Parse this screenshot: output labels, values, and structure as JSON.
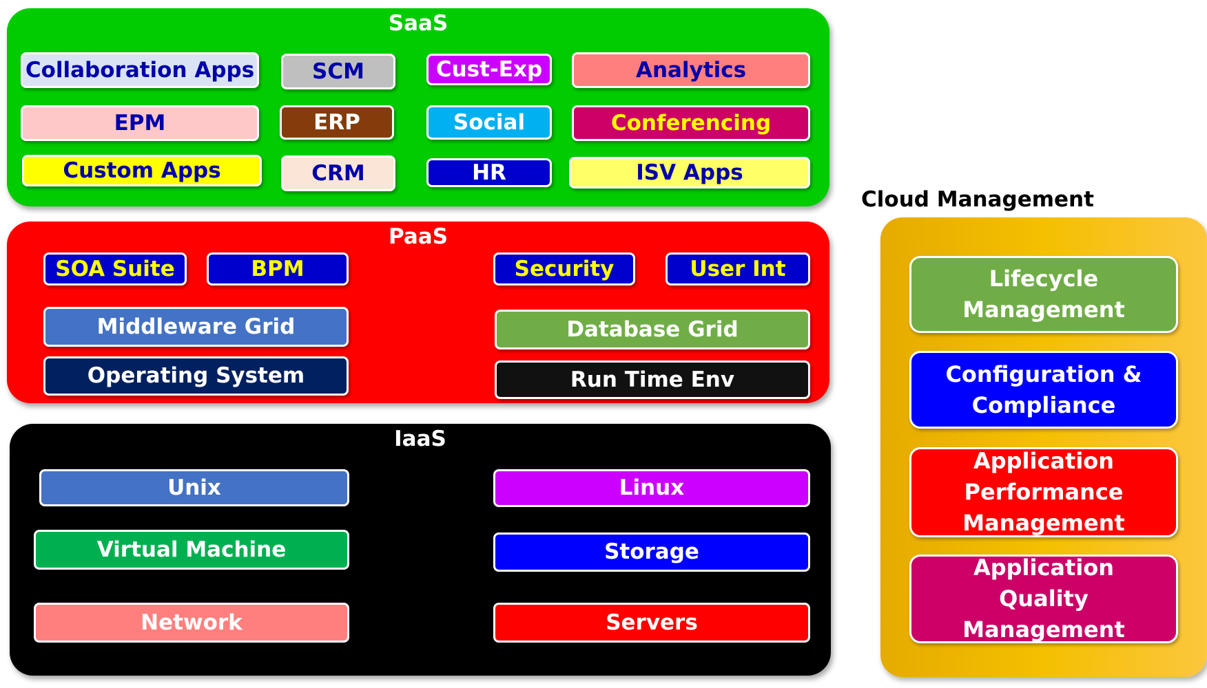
{
  "saas": {
    "title": "SaaS",
    "items": {
      "collab": "Collaboration Apps",
      "scm": "SCM",
      "custexp": "Cust-Exp",
      "analytics": "Analytics",
      "epm": "EPM",
      "erp": "ERP",
      "social": "Social",
      "conferencing": "Conferencing",
      "customapps": "Custom Apps",
      "crm": "CRM",
      "hr": "HR",
      "isvapps": "ISV Apps"
    }
  },
  "paas": {
    "title": "PaaS",
    "items": {
      "soa": "SOA Suite",
      "bpm": "BPM",
      "security": "Security",
      "userint": "User Int",
      "middleware": "Middleware Grid",
      "database": "Database Grid",
      "os": "Operating System",
      "runtime": "Run Time Env"
    }
  },
  "iaas": {
    "title": "IaaS",
    "items": {
      "unix": "Unix",
      "linux": "Linux",
      "vm": "Virtual Machine",
      "storage": "Storage",
      "network": "Network",
      "servers": "Servers"
    }
  },
  "cloud_management": {
    "title": "Cloud Management",
    "items": {
      "lifecycle": "Lifecycle\nManagement",
      "config": "Configuration &\nCompliance",
      "apm": "Application\nPerformance\nManagement",
      "aqm": "Application\nQuality\nManagement"
    }
  },
  "colors": {
    "saas_bg": "#00cc00",
    "paas_bg": "#ff0000",
    "iaas_bg": "#000000",
    "mgmt_gold": "#f4c000",
    "navy_text": "#0000aa",
    "yellow_text": "#ffff00"
  }
}
